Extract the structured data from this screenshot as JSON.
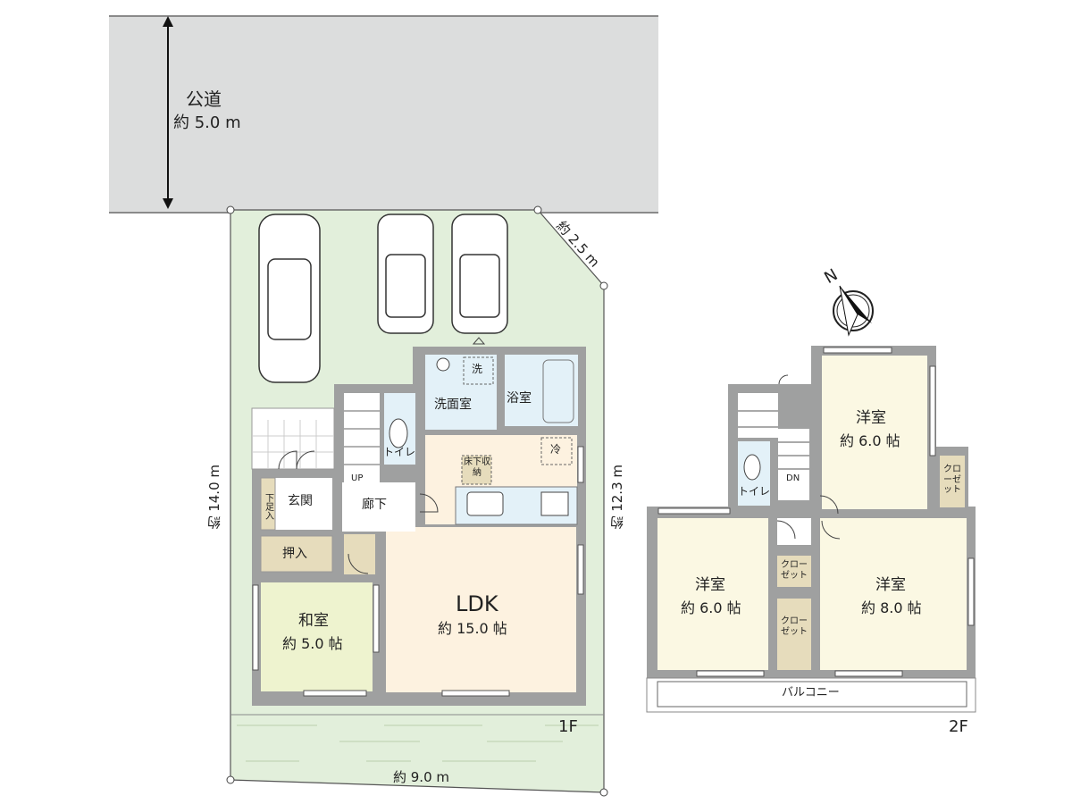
{
  "road": {
    "label": "公道",
    "width": "約 5.0 m"
  },
  "site": {
    "dimensions": {
      "corner_cut": "約 2.5 m",
      "left": "約 14.0 m",
      "right": "約 12.3 m",
      "bottom": "約 9.0 m"
    },
    "parking_spaces": 3
  },
  "colors": {
    "road": "#dcdddd",
    "garden": "#e2efdb",
    "wall": "#9fa0a0",
    "ldk": "#fdf2e0",
    "washitsu": "#eef3cf",
    "wet": "#e3f1f8",
    "storage": "#e6dcbc",
    "western": "#fbf8e3",
    "entrance": "#ffffff"
  },
  "floor1": {
    "label": "1F",
    "rooms": {
      "senmen": "洗面室",
      "washer": "洗",
      "bath": "浴室",
      "toilet": "トイレ",
      "fridge": "冷",
      "underfloor": "床下収納",
      "up": "UP",
      "genkan": "玄関",
      "shoebox": "下足入",
      "hall": "廊下",
      "oshiire": "押入",
      "washitsu_name": "和室",
      "washitsu_size": "約 5.0 帖",
      "ldk_name": "LDK",
      "ldk_size": "約 15.0 帖"
    }
  },
  "floor2": {
    "label": "2F",
    "compass": "N",
    "rooms": {
      "west1_name": "洋室",
      "west1_size": "約 6.0 帖",
      "closet1": "クローゼット",
      "toilet": "トイレ",
      "dn": "DN",
      "west2_name": "洋室",
      "west2_size": "約 6.0 帖",
      "closet2": "クローゼット",
      "closet3": "クローゼット",
      "west3_name": "洋室",
      "west3_size": "約 8.0 帖",
      "balcony": "バルコニー"
    }
  }
}
